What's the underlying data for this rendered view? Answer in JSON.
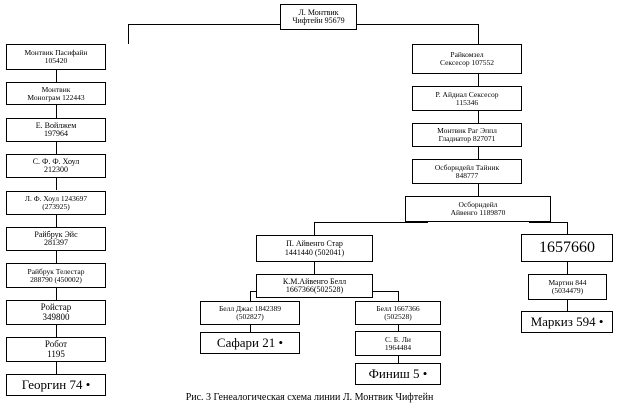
{
  "figure": {
    "caption": "Рис. 3 Генеалогическая схема линии Л. Монтвик Чифтейн"
  },
  "nodes": {
    "root": {
      "line1": "Л. Монтвик",
      "line2": "Чифтейн 95679"
    },
    "left_1": {
      "line1": "Монтвик Пасифайн",
      "line2": "105420"
    },
    "left_2": {
      "line1": "Монтвик",
      "line2": "Монограм 122443"
    },
    "left_3": {
      "line1": "Е. Войлжем",
      "line2": "197964"
    },
    "left_4": {
      "line1": "С. Ф. Ф. Хоул",
      "line2": "212300"
    },
    "left_5": {
      "line1": "Л. Ф. Хоул 1243697",
      "line2": "(273925)"
    },
    "left_6": {
      "line1": "Райбрук Эйс",
      "line2": "281397"
    },
    "left_7": {
      "line1": "Райбрук Телестар",
      "line2": "288790 (450002)"
    },
    "left_8": {
      "line1": "Ройстар",
      "line2": "349800"
    },
    "left_9": {
      "line1": "Робот",
      "line2": "1195"
    },
    "left_10": {
      "line1": "Георгин 74 •",
      "line2": ""
    },
    "right_1": {
      "line1": "Райкомзел",
      "line2": "Сексесор 107552"
    },
    "right_2": {
      "line1": "Р. Айдиал Сексесор",
      "line2": "115346"
    },
    "right_3": {
      "line1": "Монтвик Раг Эппл",
      "line2": "Гладиатор 827071"
    },
    "right_4": {
      "line1": "Осборндейл Тайник",
      "line2": "848777"
    },
    "right_5": {
      "line1": "Осборндейл",
      "line2": "Айвенго 1189870"
    },
    "mid_1": {
      "line1": "П. Айвенго Стар",
      "line2": "1441440 (502041)"
    },
    "mid_2": {
      "line1": "К.М.Айвенго Белл",
      "line2": "1667366(502528)"
    },
    "mid_left_1": {
      "line1": "Белл Джас 1842389",
      "line2": "(502827)"
    },
    "mid_left_2": {
      "line1": "Сафари 21 •",
      "line2": ""
    },
    "mid_right_1": {
      "line1": "Белл 1667366",
      "line2": "(502528)"
    },
    "mid_right_2": {
      "line1": "С. Б. Ли",
      "line2": "1964484"
    },
    "mid_right_3": {
      "line1": "Финиш 5 •",
      "line2": ""
    },
    "far_right_1": {
      "line1": "1657660",
      "line2": ""
    },
    "far_right_2": {
      "line1": "Мартин 844",
      "line2": "(5034479)"
    },
    "far_right_3": {
      "line1": "Маркиз 594 •",
      "line2": ""
    }
  }
}
